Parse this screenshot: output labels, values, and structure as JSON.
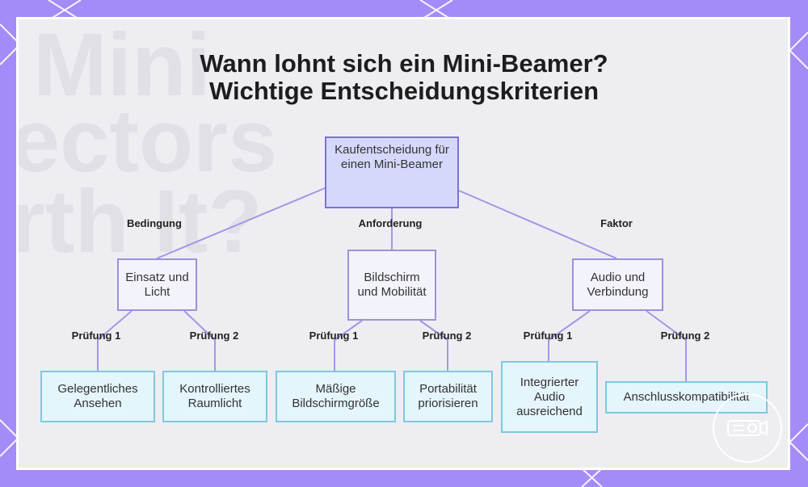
{
  "title": {
    "line1": "Wann lohnt sich ein Mini-Beamer?",
    "line2": "Wichtige Entscheidungskriterien"
  },
  "background_text": [
    "Mini",
    "ectors",
    "rth It?"
  ],
  "colors": {
    "border_purple": "#a38cf7",
    "root_fill": "#d6d8fb",
    "root_stroke": "#7b72d8",
    "mid_fill": "#f3f3fb",
    "mid_stroke": "#9a93d9",
    "leaf_fill": "#e4f5fb",
    "leaf_stroke": "#7fc8dd",
    "edge": "#a695e6"
  },
  "nodes": {
    "root": "Kaufentscheidung für einen Mini-Beamer",
    "usage": "Einsatz und Licht",
    "screen": "Bildschirm und Mobilität",
    "audio": "Audio und Verbindung",
    "leaf1": "Gelegentliches Ansehen",
    "leaf2": "Kontrolliertes Raumlicht",
    "leaf3": "Mäßige Bildschirmgröße",
    "leaf4": "Portabilität priorisieren",
    "leaf5": "Integrierter Audio ausreichend",
    "leaf6": "Anschlusskompatibilität"
  },
  "edge_labels": {
    "condition": "Bedingung",
    "requirement": "Anforderung",
    "factor": "Faktor",
    "check1": "Prüfung 1",
    "check2": "Prüfung 2"
  },
  "watermark_icon": "projector-icon"
}
